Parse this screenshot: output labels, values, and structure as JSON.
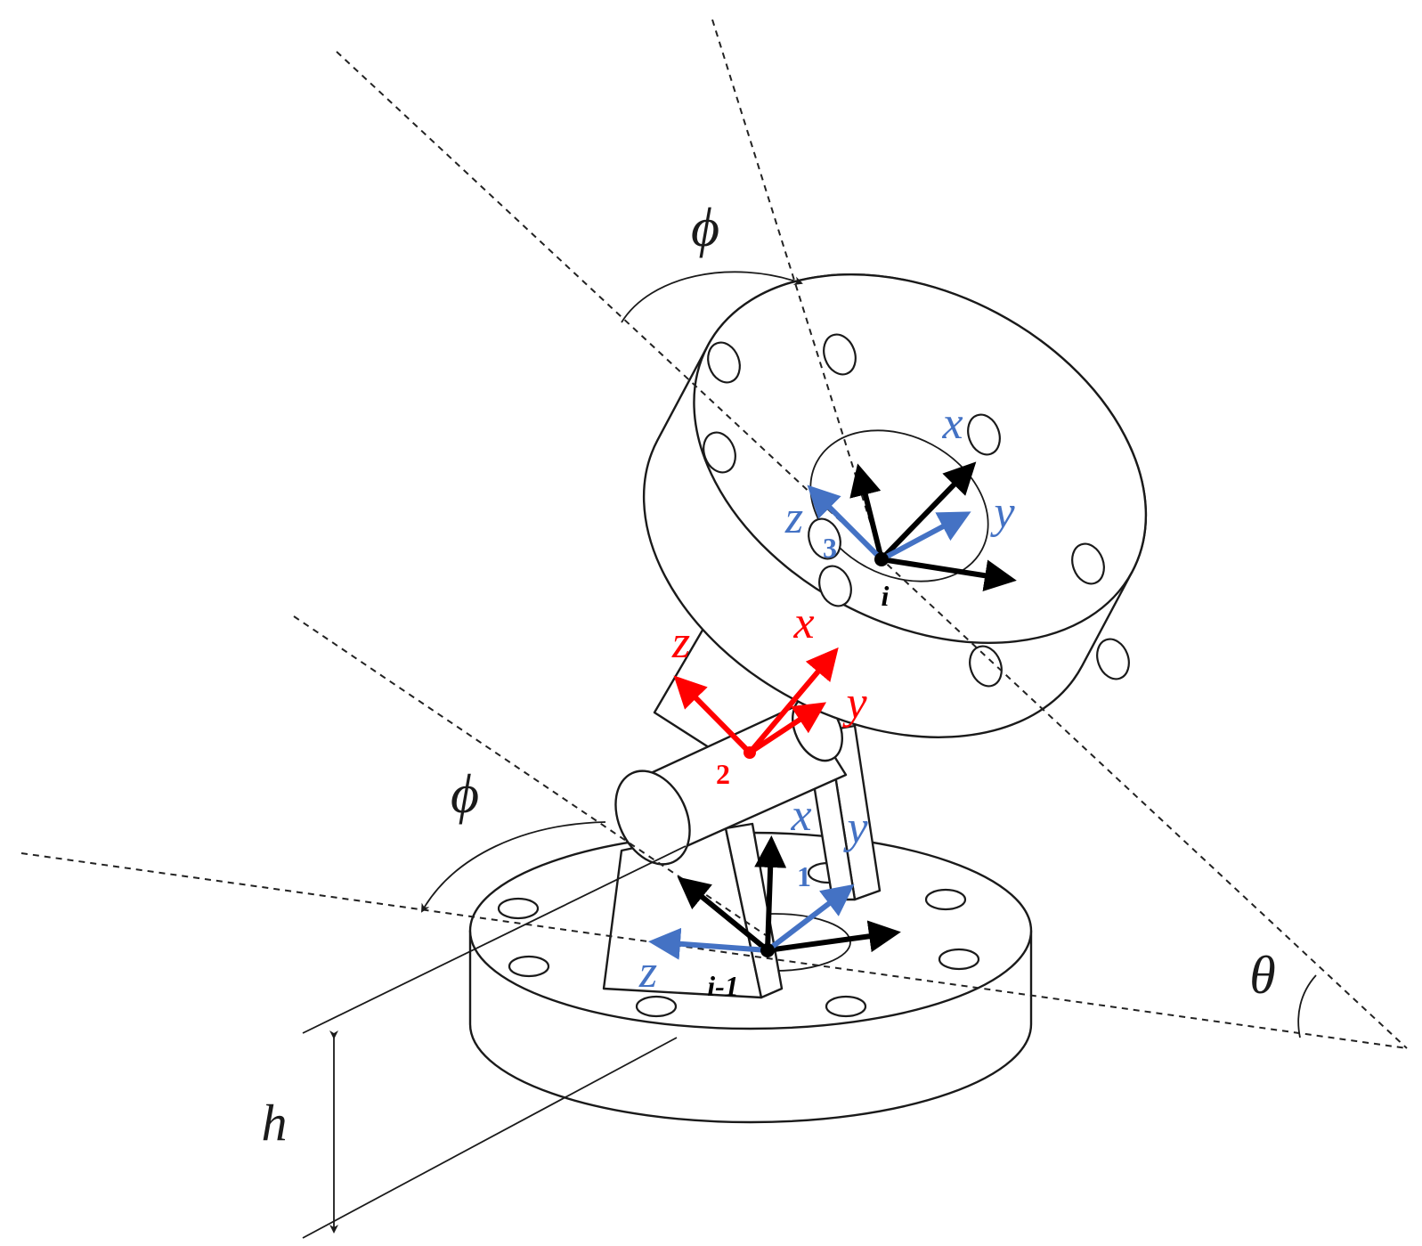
{
  "labels": {
    "phi_top": "ϕ",
    "phi_bottom": "ϕ",
    "theta": "θ",
    "h": "h",
    "frame_i": "i",
    "frame_i_minus_1": "i-1",
    "frame3_x": "x",
    "frame3_y": "y",
    "frame3_z": "z",
    "frame3_num": "3",
    "frame2_x": "x",
    "frame2_y": "y",
    "frame2_z": "z",
    "frame2_num": "2",
    "frame1_x": "x",
    "frame1_y": "y",
    "frame1_z": "z",
    "frame1_num": "1"
  },
  "colors": {
    "blue": "#4472c4",
    "red": "#ff0000",
    "black": "#000000"
  }
}
